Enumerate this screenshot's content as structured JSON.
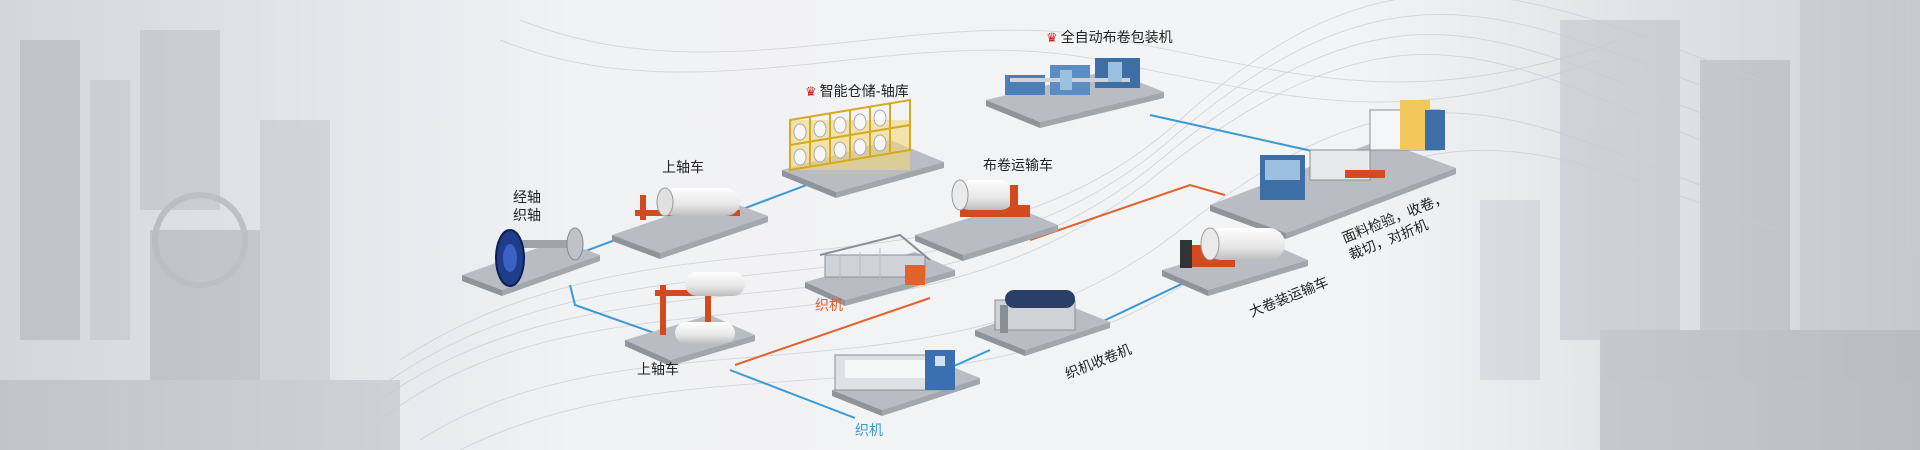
{
  "colors": {
    "accent_orange": "#e0622c",
    "accent_blue": "#3a9ad6",
    "crown_red": "#d21b1b",
    "platform": "#b9bdc3",
    "text": "#222222"
  },
  "stations": {
    "beam_warp": {
      "line1": "经轴",
      "line2": "织轴"
    },
    "beam_loader_top": {
      "label": "上轴车"
    },
    "smart_storage": {
      "label": "智能仓储-轴库",
      "icon": "crown-icon"
    },
    "auto_packing": {
      "label": "全自动布卷包装机",
      "icon": "crown-icon"
    },
    "roll_transport": {
      "label": "布卷运输车"
    },
    "loom_top": {
      "label": "织机"
    },
    "beam_loader_bottom": {
      "label": "上轴车"
    },
    "loom_bottom": {
      "label": "织机"
    },
    "winding_machine": {
      "label": "织机收卷机"
    },
    "big_roll_transport": {
      "label": "大卷装运输车"
    },
    "inspection": {
      "line1": "面料检验，收卷，",
      "line2": "裁切，对折机"
    }
  }
}
